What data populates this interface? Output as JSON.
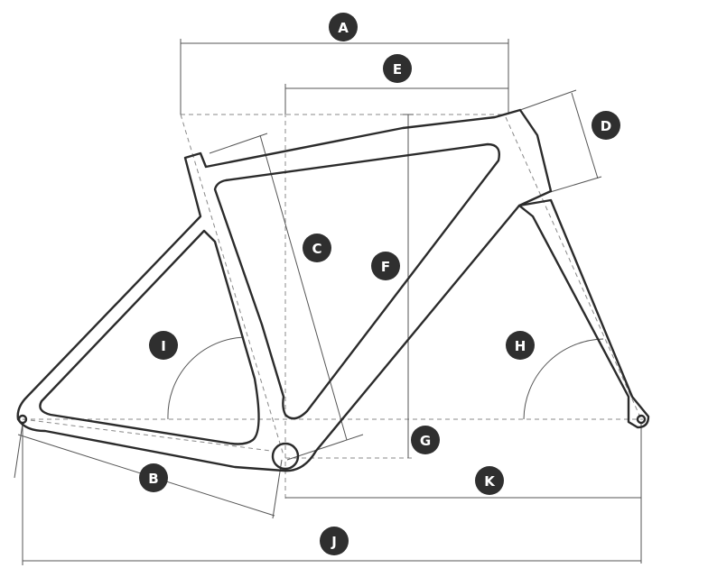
{
  "labels": {
    "A": "A",
    "B": "B",
    "C": "C",
    "D": "D",
    "E": "E",
    "F": "F",
    "G": "G",
    "H": "H",
    "I": "I",
    "J": "J",
    "K": "K"
  },
  "colors": {
    "frame": "#2b2b2b",
    "badge": "#2f2f2f",
    "dimension": "#555555"
  }
}
